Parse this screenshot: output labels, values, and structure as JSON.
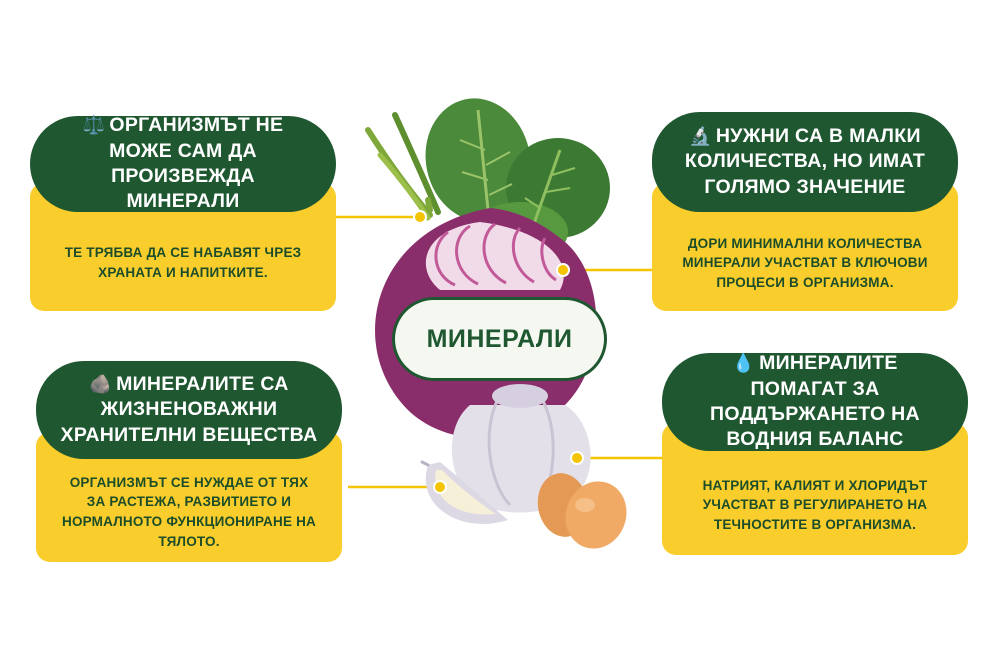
{
  "center": {
    "title": "МИНЕРАЛИ"
  },
  "cards": [
    {
      "icon": "scales-icon",
      "emoji": "⚖️",
      "title": "ОРГАНИЗМЪТ НЕ МОЖЕ САМ ДА ПРОИЗВЕЖДА МИНЕРАЛИ",
      "text": "ТЕ ТРЯБВА ДА СЕ НАБАВЯТ ЧРЕЗ ХРАНАТА И НАПИТКИТЕ."
    },
    {
      "icon": "microscope-icon",
      "emoji": "🔬",
      "title": "НУЖНИ СА В МАЛКИ КОЛИЧЕСТВА, НО ИМАТ ГОЛЯМО ЗНАЧЕНИЕ",
      "text": "ДОРИ МИНИМАЛНИ КОЛИЧЕСТВА МИНЕРАЛИ УЧАСТВАТ В КЛЮЧОВИ ПРОЦЕСИ В ОРГАНИЗМА."
    },
    {
      "icon": "rock-icon",
      "emoji": "🪨",
      "title": "МИНЕРАЛИТЕ СА ЖИЗНЕНОВАЖНИ ХРАНИТЕЛНИ ВЕЩЕСТВА",
      "text": "ОРГАНИЗМЪТ СЕ НУЖДАЕ ОТ ТЯХ ЗА РАСТЕЖА, РАЗВИТИЕТО И НОРМАЛНОТО ФУНКЦИОНИРАНЕ НА ТЯЛОТО."
    },
    {
      "icon": "droplet-icon",
      "emoji": "💧",
      "title": "МИНЕРАЛИТЕ ПОМАГАТ ЗА ПОДДЪРЖАНЕТО НА ВОДНИЯ БАЛАНС",
      "text": "НАТРИЯТ, КАЛИЯТ И ХЛОРИДЪТ УЧАСТВАТ В РЕГУЛИРАНЕТО НА ТЕЧНОСТИТЕ В ОРГАНИЗМА."
    }
  ],
  "colors": {
    "header_green": "#1f5731",
    "card_yellow": "#f9cd2b",
    "onion_purple": "#8a2d6b",
    "leaf_green": "#4b8a3a"
  }
}
